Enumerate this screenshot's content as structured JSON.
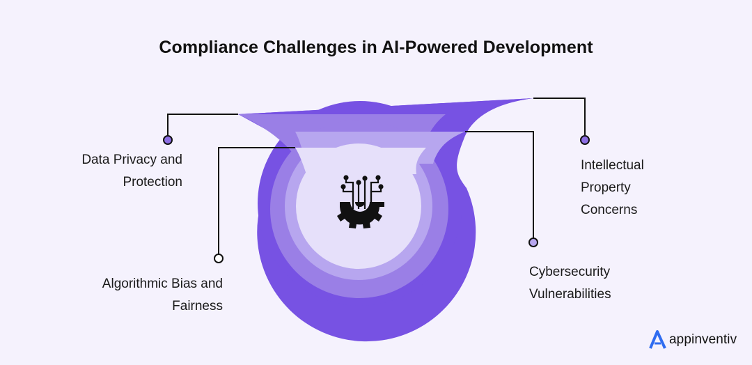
{
  "title": "Compliance Challenges in AI-Powered Development",
  "labels": {
    "data_privacy": [
      "Data Privacy and",
      "Protection"
    ],
    "algorithmic_bias": [
      "Algorithmic Bias and",
      "Fairness"
    ],
    "intellectual_property": [
      "Intellectual",
      "Property",
      "Concerns"
    ],
    "cybersecurity": [
      "Cybersecurity",
      "Vulnerabilities"
    ]
  },
  "center_icon": "ai-gear-circuit-icon",
  "logo": {
    "text": "appinventiv",
    "icon": "appinventiv-a-logo-icon"
  },
  "colors": {
    "background": "#f5f2fd",
    "outer_ring": "#7752e3",
    "middle_ring": "#9a7fe6",
    "inner_ring": "#b7a6ef",
    "core": "#e6e0fa",
    "connector": "#111111",
    "dot_purple": "#8d6ee4",
    "dot_white": "#ffffff",
    "logo_blue": "#2f6cf0"
  }
}
